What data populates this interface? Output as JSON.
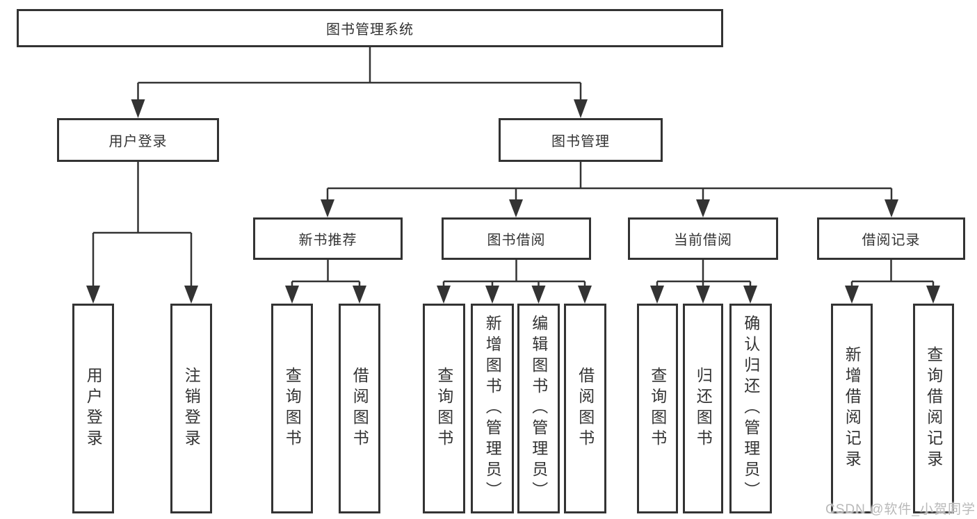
{
  "colors": {
    "line": "#333333",
    "box_border": "#333333",
    "text": "#333333",
    "watermark": "#b9b9b9",
    "background": "#ffffff"
  },
  "tree": {
    "label": "图书管理系统",
    "children": [
      {
        "label": "用户登录",
        "children": [
          {
            "label": "用户登录"
          },
          {
            "label": "注销登录"
          }
        ]
      },
      {
        "label": "图书管理",
        "children": [
          {
            "label": "新书推荐",
            "children": [
              {
                "label": "查询图书"
              },
              {
                "label": "借阅图书"
              }
            ]
          },
          {
            "label": "图书借阅",
            "children": [
              {
                "label": "查询图书"
              },
              {
                "label": "新增图书（管理员）"
              },
              {
                "label": "编辑图书（管理员）"
              },
              {
                "label": "借阅图书"
              }
            ]
          },
          {
            "label": "当前借阅",
            "children": [
              {
                "label": "查询图书"
              },
              {
                "label": "归还图书"
              },
              {
                "label": "确认归还（管理员）"
              }
            ]
          },
          {
            "label": "借阅记录",
            "children": [
              {
                "label": "新增借阅记录"
              },
              {
                "label": "查询借阅记录"
              }
            ]
          }
        ]
      }
    ]
  },
  "watermark": {
    "text": "CSDN @软件_小贺同学"
  }
}
